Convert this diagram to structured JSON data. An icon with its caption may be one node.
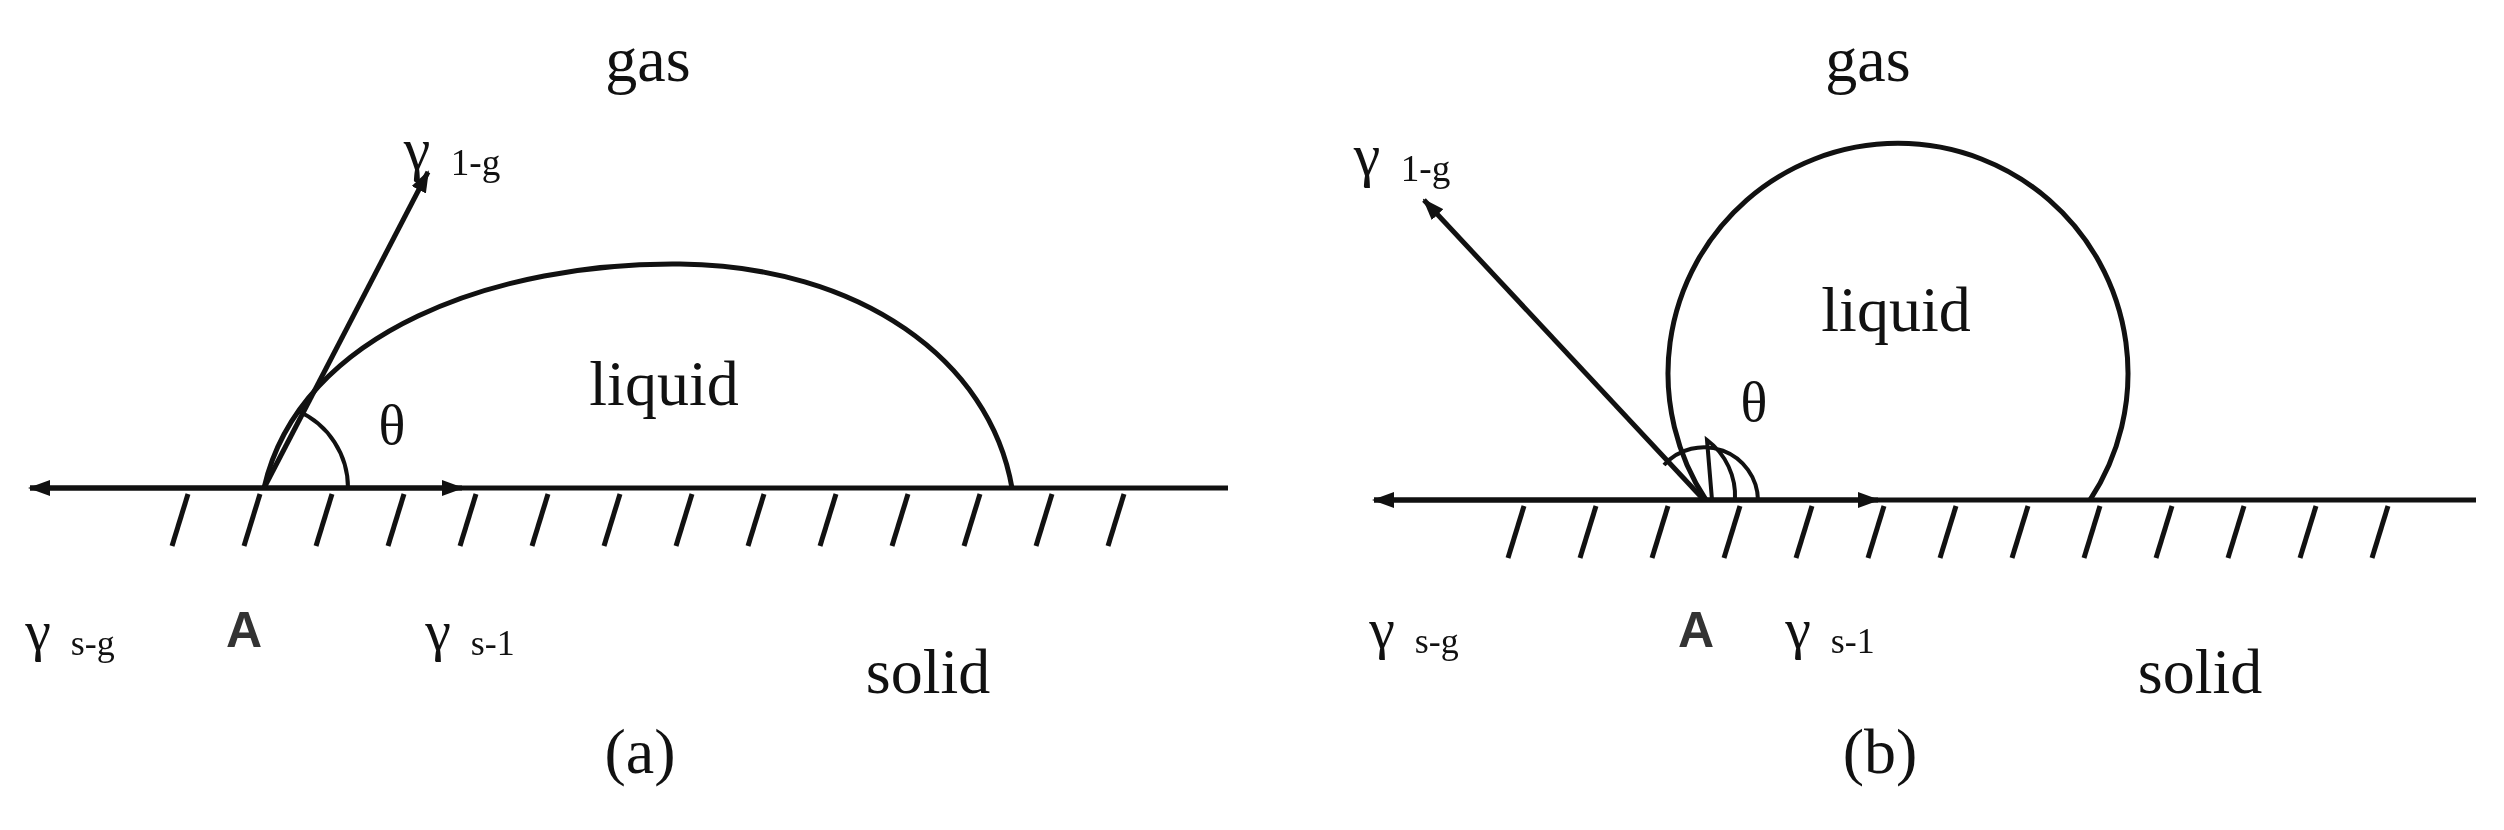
{
  "diagram": {
    "labels": [
      "gas",
      "γ $_{1-g}$",
      "liquid",
      "θ",
      "γ $_{s-g}$",
      "A",
      "γ $_{s-1}$",
      "solid",
      "(a)",
      "gas",
      "γ $_{1-g}$",
      "liquid",
      "θ",
      "γ $_{s-g}$",
      "A",
      "γ $_{s-1}$",
      "solid",
      "(b)"
    ]
  }
}
